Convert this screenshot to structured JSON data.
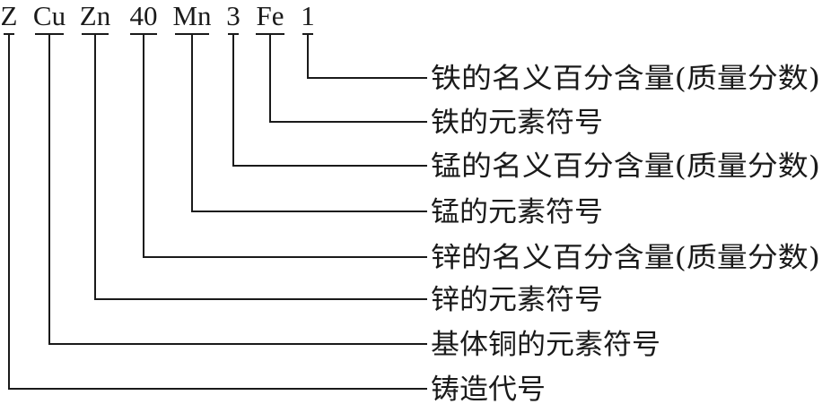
{
  "code_tokens": [
    {
      "id": "Z",
      "text": "Z"
    },
    {
      "id": "Cu",
      "text": "Cu"
    },
    {
      "id": "Zn",
      "text": "Zn"
    },
    {
      "id": "40",
      "text": "40"
    },
    {
      "id": "Mn",
      "text": "Mn"
    },
    {
      "id": "3",
      "text": "3"
    },
    {
      "id": "Fe",
      "text": "Fe"
    },
    {
      "id": "1",
      "text": "1"
    }
  ],
  "meanings": [
    {
      "token": "1",
      "text": "铁的名义百分含量(质量分数)"
    },
    {
      "token": "Fe",
      "text": "铁的元素符号"
    },
    {
      "token": "3",
      "text": "锰的名义百分含量(质量分数)"
    },
    {
      "token": "Mn",
      "text": "锰的元素符号"
    },
    {
      "token": "40",
      "text": "锌的名义百分含量(质量分数)"
    },
    {
      "token": "Zn",
      "text": "锌的元素符号"
    },
    {
      "token": "Cu",
      "text": "基体铜的元素符号"
    },
    {
      "token": "Z",
      "text": "铸造代号"
    }
  ]
}
